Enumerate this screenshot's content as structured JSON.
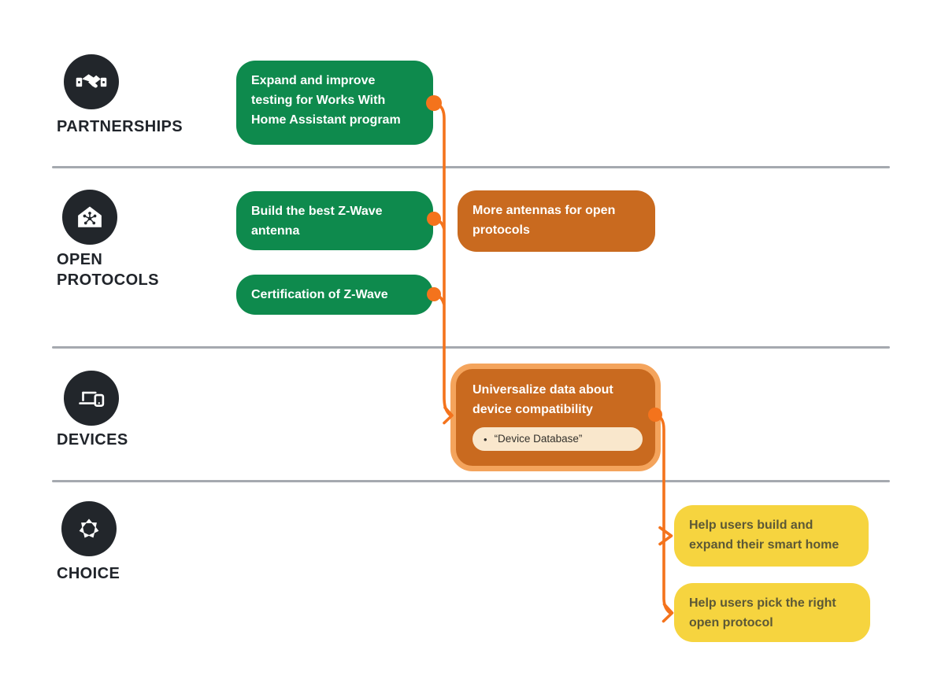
{
  "rows": [
    {
      "label": "PARTNERSHIPS",
      "icon": "handshake-icon"
    },
    {
      "label": "OPEN PROTOCOLS",
      "icon": "house-network-icon"
    },
    {
      "label": "DEVICES",
      "icon": "laptop-phone-icon"
    },
    {
      "label": "CHOICE",
      "icon": "aperture-icon"
    }
  ],
  "cards": {
    "partnerships_testing": {
      "text": "Expand and improve testing for Works With Home Assistant program",
      "color": "green"
    },
    "zwave_antenna": {
      "text": "Build the best Z-Wave antenna",
      "color": "green"
    },
    "zwave_certification": {
      "text": "Certification of Z-Wave",
      "color": "green"
    },
    "more_antennas": {
      "text": "More antennas for open protocols",
      "color": "orange"
    },
    "device_compatibility": {
      "text": "Universalize data about device compatibility",
      "tag_bullet": "•",
      "tag": "“Device Database”",
      "color": "orange",
      "highlighted": true
    },
    "smart_home": {
      "text": "Help users build and expand their smart home",
      "color": "yellow"
    },
    "pick_protocol": {
      "text": "Help users pick the right open protocol",
      "color": "yellow"
    }
  },
  "colors": {
    "green": "#0e8a4d",
    "orange": "#c96a1f",
    "highlight_border": "#f4a45c",
    "yellow": "#f6d43f",
    "yellow_text": "#5c5836",
    "connector": "#f4731c",
    "icon_background": "#22262b",
    "divider": "#a5a9af",
    "tag_background": "#f9e7cc"
  }
}
